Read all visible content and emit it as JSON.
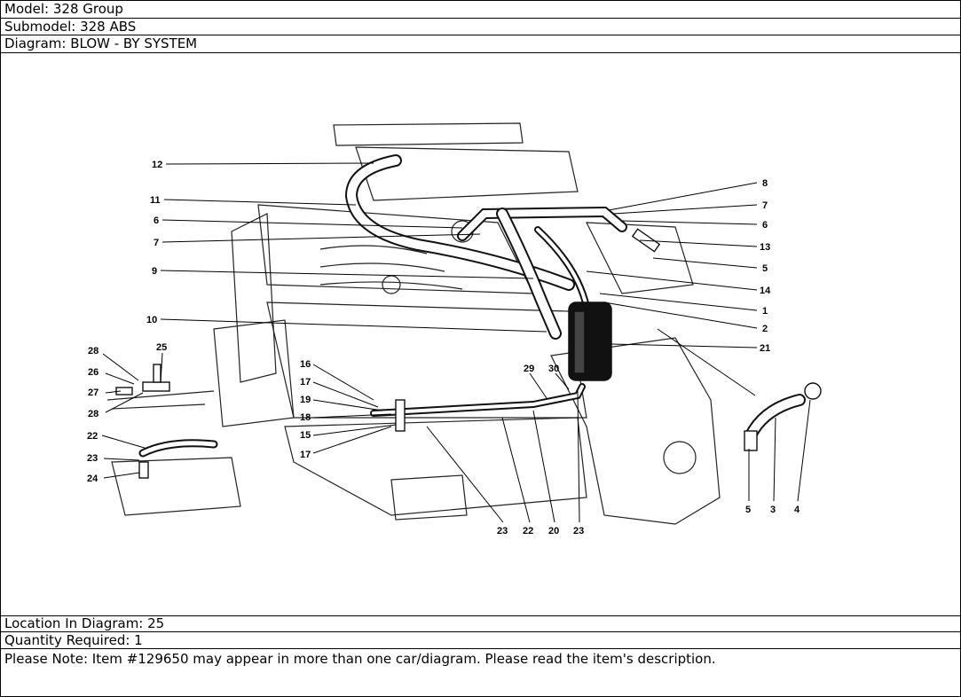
{
  "header": {
    "model": "Model: 328 Group",
    "submodel": "Submodel: 328 ABS",
    "diagram": "Diagram: BLOW - BY SYSTEM"
  },
  "footer": {
    "location": "Location In Diagram: 25",
    "quantity": "Quantity Required: 1",
    "note": "Please Note: Item #129650 may appear in more than one car/diagram. Please read the item's description."
  },
  "callouts": {
    "c12": "12",
    "c11": "11",
    "c6L": "6",
    "c7L": "7",
    "c9": "9",
    "c10": "10",
    "c8": "8",
    "c7R": "7",
    "c6R": "6",
    "c13": "13",
    "c5R": "5",
    "c14": "14",
    "c1": "1",
    "c2": "2",
    "c21": "21",
    "c28a": "28",
    "c25": "25",
    "c26": "26",
    "c27": "27",
    "c28b": "28",
    "c22L": "22",
    "c23L": "23",
    "c24": "24",
    "c16": "16",
    "c17a": "17",
    "c19": "19",
    "c18": "18",
    "c15": "15",
    "c17b": "17",
    "c29": "29",
    "c30": "30",
    "c23a": "23",
    "c22b": "22",
    "c20": "20",
    "c23b": "23",
    "c5b": "5",
    "c3": "3",
    "c4": "4"
  }
}
